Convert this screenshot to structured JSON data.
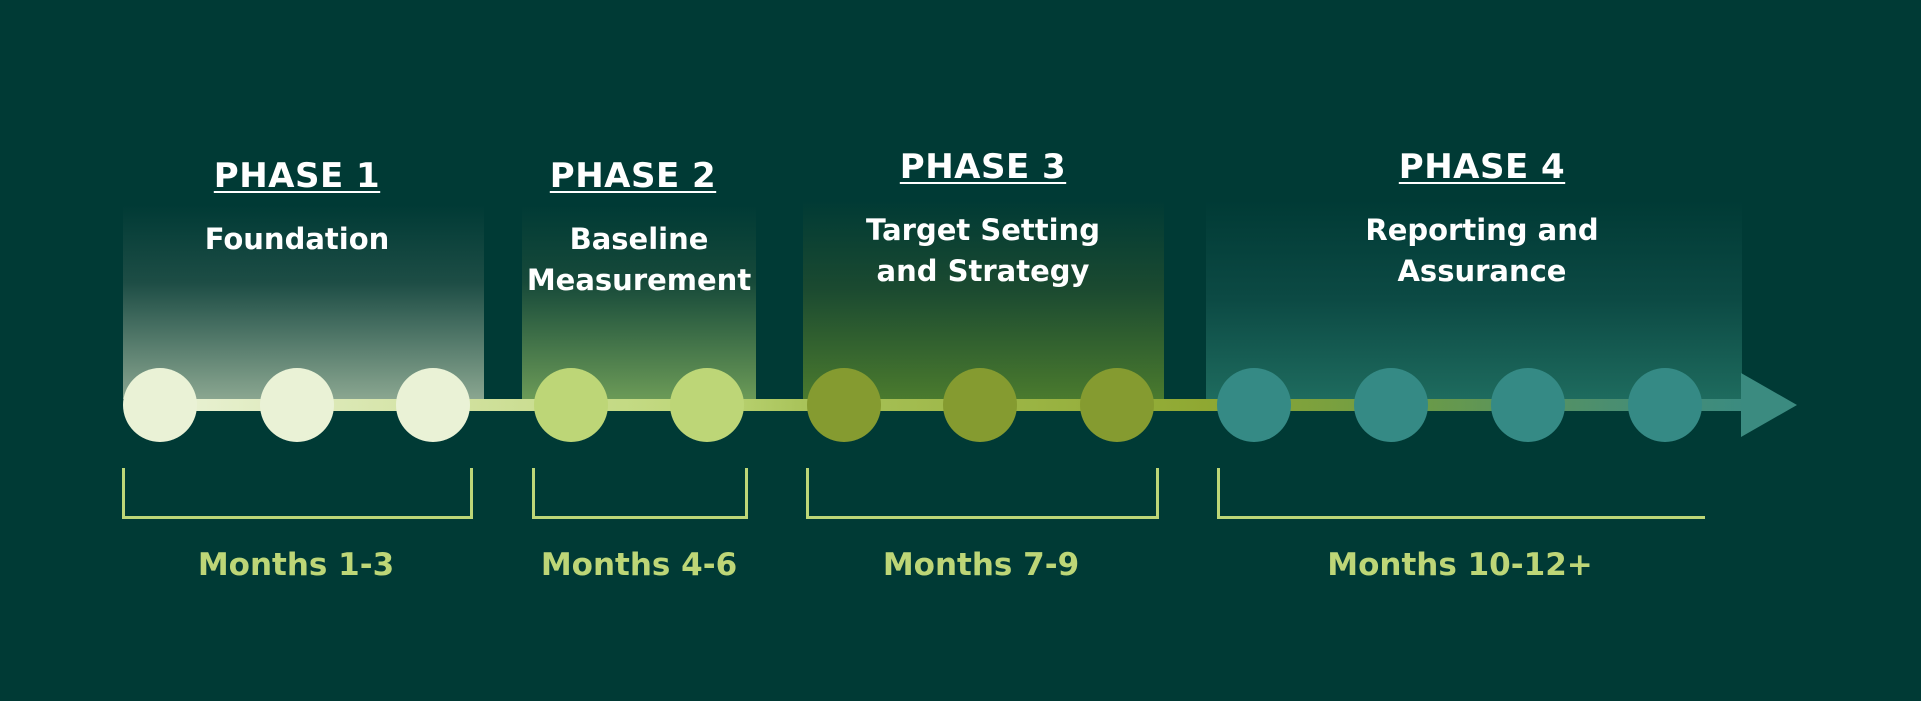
{
  "colors": {
    "background": "#003a35",
    "bracket": "#bdd677",
    "month_label": "#bdd677",
    "heading_text": "#ffffff"
  },
  "phases": [
    {
      "heading": "PHASE 1",
      "title": "Foundation",
      "months": "Months 1-3",
      "dot_count": 3,
      "dot_color": "#eaf2d6",
      "box_gradient_bottom": "#8aa690"
    },
    {
      "heading": "PHASE 2",
      "title": "Baseline\nMeasurement",
      "months": "Months 4-6",
      "dot_count": 2,
      "dot_color": "#bdd677",
      "box_gradient_bottom": "#6b9a57"
    },
    {
      "heading": "PHASE 3",
      "title": "Target Setting\nand Strategy",
      "months": "Months 7-9",
      "dot_count": 3,
      "dot_color": "#859b30",
      "box_gradient_bottom": "#4a7a2e"
    },
    {
      "heading": "PHASE 4",
      "title": "Reporting and\nAssurance",
      "months": "Months 10-12+",
      "dot_count": 4,
      "dot_color": "#358a85",
      "box_gradient_bottom": "#1e6b5e"
    }
  ]
}
